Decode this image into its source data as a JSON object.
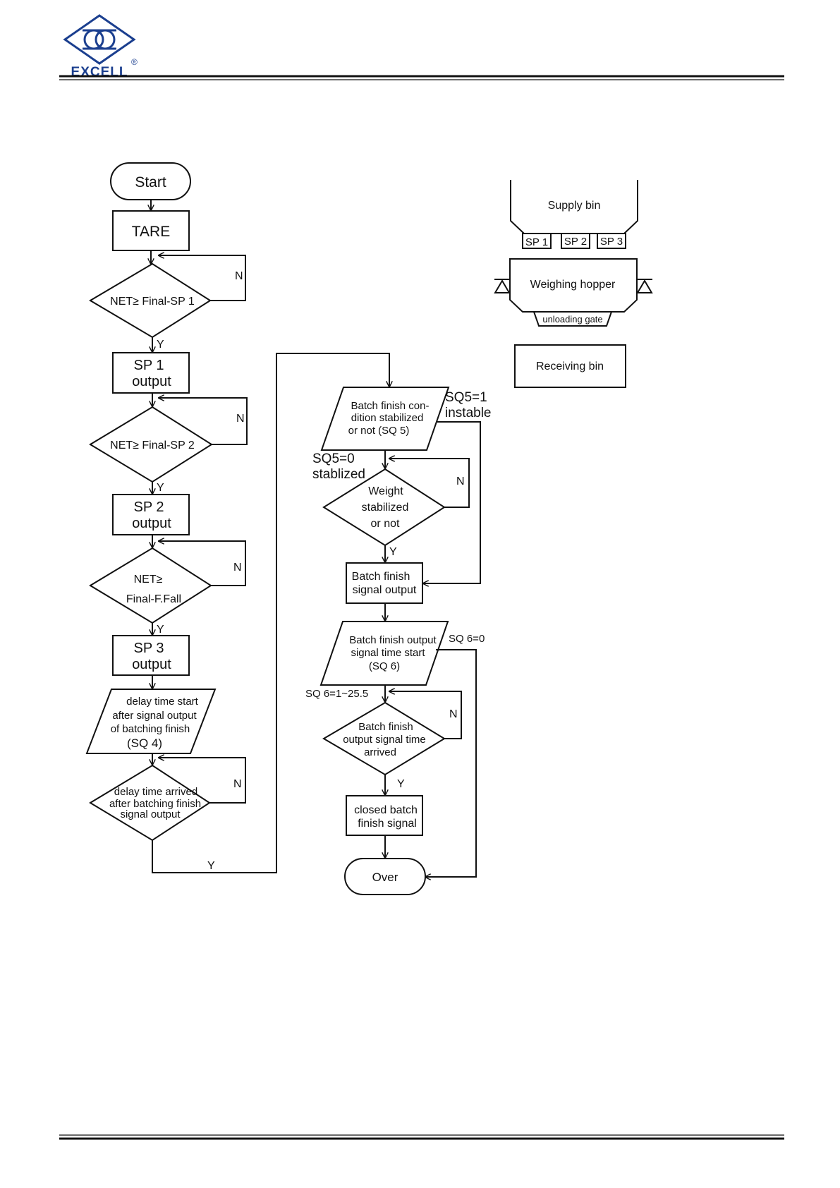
{
  "header": {
    "logo_text": "EXCELL",
    "logo_mark": "®",
    "brand_color": "#1b3f8f"
  },
  "flowchart": {
    "start": "Start",
    "tare": "TARE",
    "d1": "NET≥ Final-SP 1",
    "sp1": [
      "SP 1",
      "output"
    ],
    "d2": "NET≥ Final-SP 2",
    "sp2": [
      "SP 2",
      "output"
    ],
    "d3": [
      "NET≥",
      "Final-F.Fall"
    ],
    "sp3": [
      "SP 3",
      "output"
    ],
    "sq4": [
      "delay time start",
      "after signal output",
      "of batching finish",
      "(SQ 4)"
    ],
    "d4": [
      "delay time arrived",
      "after batching finish",
      "signal output"
    ],
    "sq5": [
      "Batch finish con-",
      "dition stabilized",
      "or not (SQ 5)"
    ],
    "sq5_1": [
      "SQ5=1",
      "instable"
    ],
    "sq5_0": [
      "SQ5=0",
      "stablized"
    ],
    "d5": [
      "Weight",
      "stabilized",
      "or not"
    ],
    "batch_out": [
      "Batch finish",
      "signal output"
    ],
    "sq6": [
      "Batch finish output",
      "signal  time start",
      "(SQ 6)"
    ],
    "sq6_0": "SQ 6=0",
    "sq6_range": "SQ 6=1~25.5",
    "d6": [
      "Batch finish",
      "output signal  time",
      "arrived"
    ],
    "closed": [
      "closed batch",
      "finish signal"
    ],
    "over": "Over",
    "yes": "Y",
    "no": "N"
  },
  "hopper": {
    "supply_bin": "Supply bin",
    "sp_labels": [
      "SP 1",
      "SP 2",
      "SP 3"
    ],
    "weighing_hopper": "Weighing hopper",
    "unloading_gate": "unloading gate",
    "receiving_bin": "Receiving bin"
  }
}
